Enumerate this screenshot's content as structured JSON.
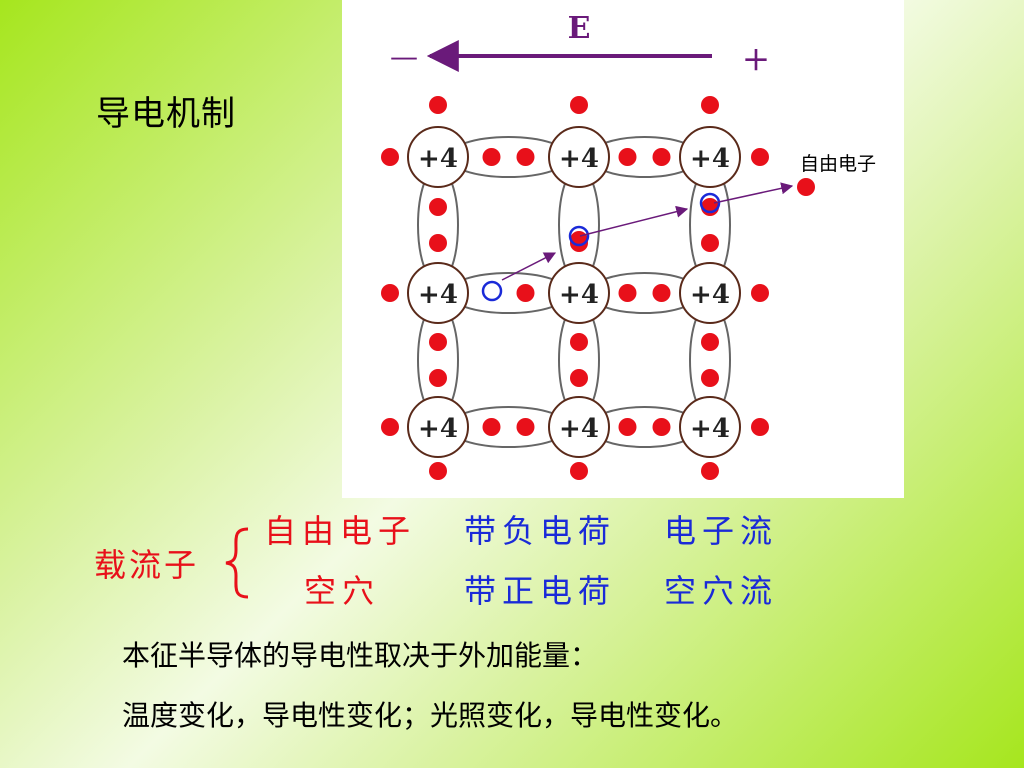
{
  "slide": {
    "title": "导电机制",
    "field_label": "E",
    "field_minus": "—",
    "field_plus": "+",
    "atom_charge": "+4",
    "free_electron_label": "自由电子",
    "carriers_label": "载流子",
    "carriers": [
      {
        "name": "自由电子",
        "charge": "带负电荷",
        "current": "电子流"
      },
      {
        "name": "空穴",
        "charge": "带正电荷",
        "current": "空穴流"
      }
    ],
    "note_line1": "本征半导体的导电性取决于外加能量：",
    "note_line2": "温度变化，导电性变化；光照变化，导电性变化。"
  },
  "colors": {
    "electron": "#e8101a",
    "hole": "#1a2ad8",
    "arrow": "#6a1a7a",
    "atom_border": "#5a2a1a",
    "carrier_name": "#e8101a",
    "carrier_info": "#1a2ad8"
  }
}
